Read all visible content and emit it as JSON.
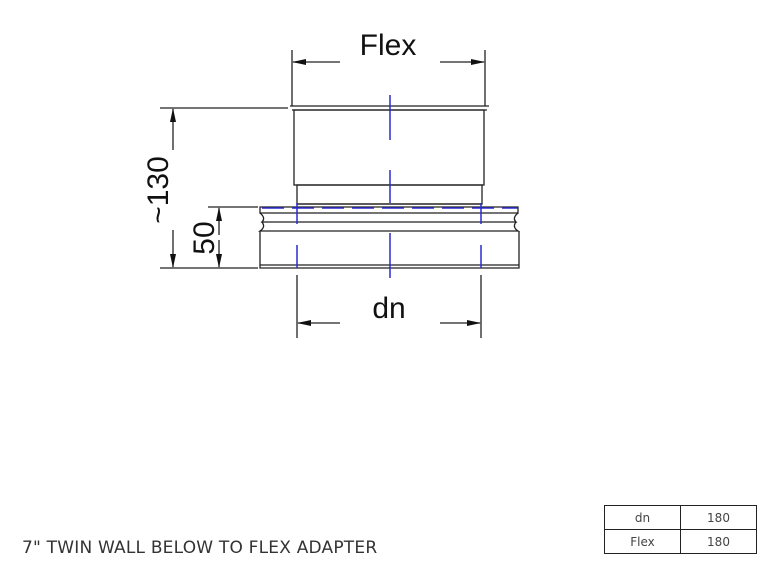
{
  "drawing": {
    "dim_flex_label": "Flex",
    "dim_height_label": "~130",
    "dim_collar_label": "50",
    "dim_dn_label": "dn",
    "title": "7\" TWIN WALL BELOW TO FLEX ADAPTER"
  },
  "spec_table": {
    "rows": [
      {
        "key": "dn",
        "value": "180"
      },
      {
        "key": "Flex",
        "value": "180"
      }
    ]
  },
  "colors": {
    "line": "#222222",
    "centerline": "#2a2ad0"
  }
}
